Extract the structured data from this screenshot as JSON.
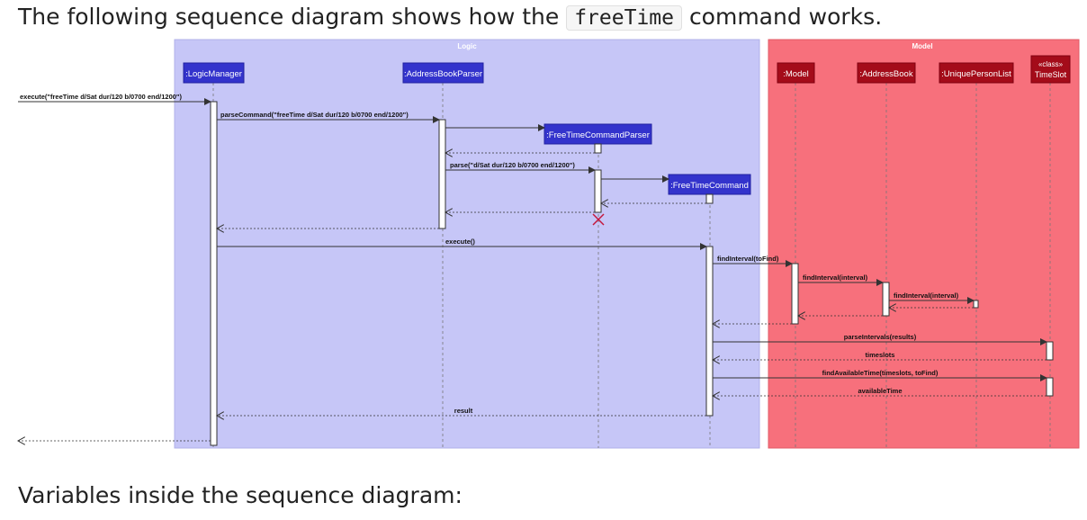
{
  "heading": {
    "pre": "The following sequence diagram shows how the",
    "code": "freeTime",
    "post": "command works."
  },
  "footer": {
    "text": "Variables inside the sequence diagram:"
  },
  "colors": {
    "logic_bg": "#c6c6f7",
    "logic_participant": "#3333cc",
    "model_bg": "#f7707c",
    "model_participant": "#a40c1a",
    "destroy": "#c4173b"
  },
  "diagram": {
    "boxes": {
      "logic": "Logic",
      "model": "Model"
    },
    "participants": {
      "logic_manager": ":LogicManager",
      "address_book_parser": ":AddressBookParser",
      "free_time_command_parser": ":FreeTimeCommandParser",
      "free_time_command": ":FreeTimeCommand",
      "model": ":Model",
      "address_book": ":AddressBook",
      "unique_person_list": ":UniquePersonList",
      "time_slot_stereotype": "«class»",
      "time_slot": "TimeSlot"
    },
    "messages": {
      "execute_input": "execute(\"freeTime d/Sat dur/120 b/0700 end/1200\")",
      "parse_command": "parseCommand(\"freeTime d/Sat dur/120 b/0700 end/1200\")",
      "parse": "parse(\"d/Sat dur/120 b/0700 end/1200\")",
      "execute": "execute()",
      "find_interval_to_find": "findInterval(toFind)",
      "find_interval_1": "findInterval(interval)",
      "find_interval_2": "findInterval(interval)",
      "parse_intervals": "parseIntervals(results)",
      "timeslots": "timeslots",
      "find_available_time": "findAvailableTime(timeslots, toFind)",
      "available_time": "availableTime",
      "result": "result"
    }
  }
}
